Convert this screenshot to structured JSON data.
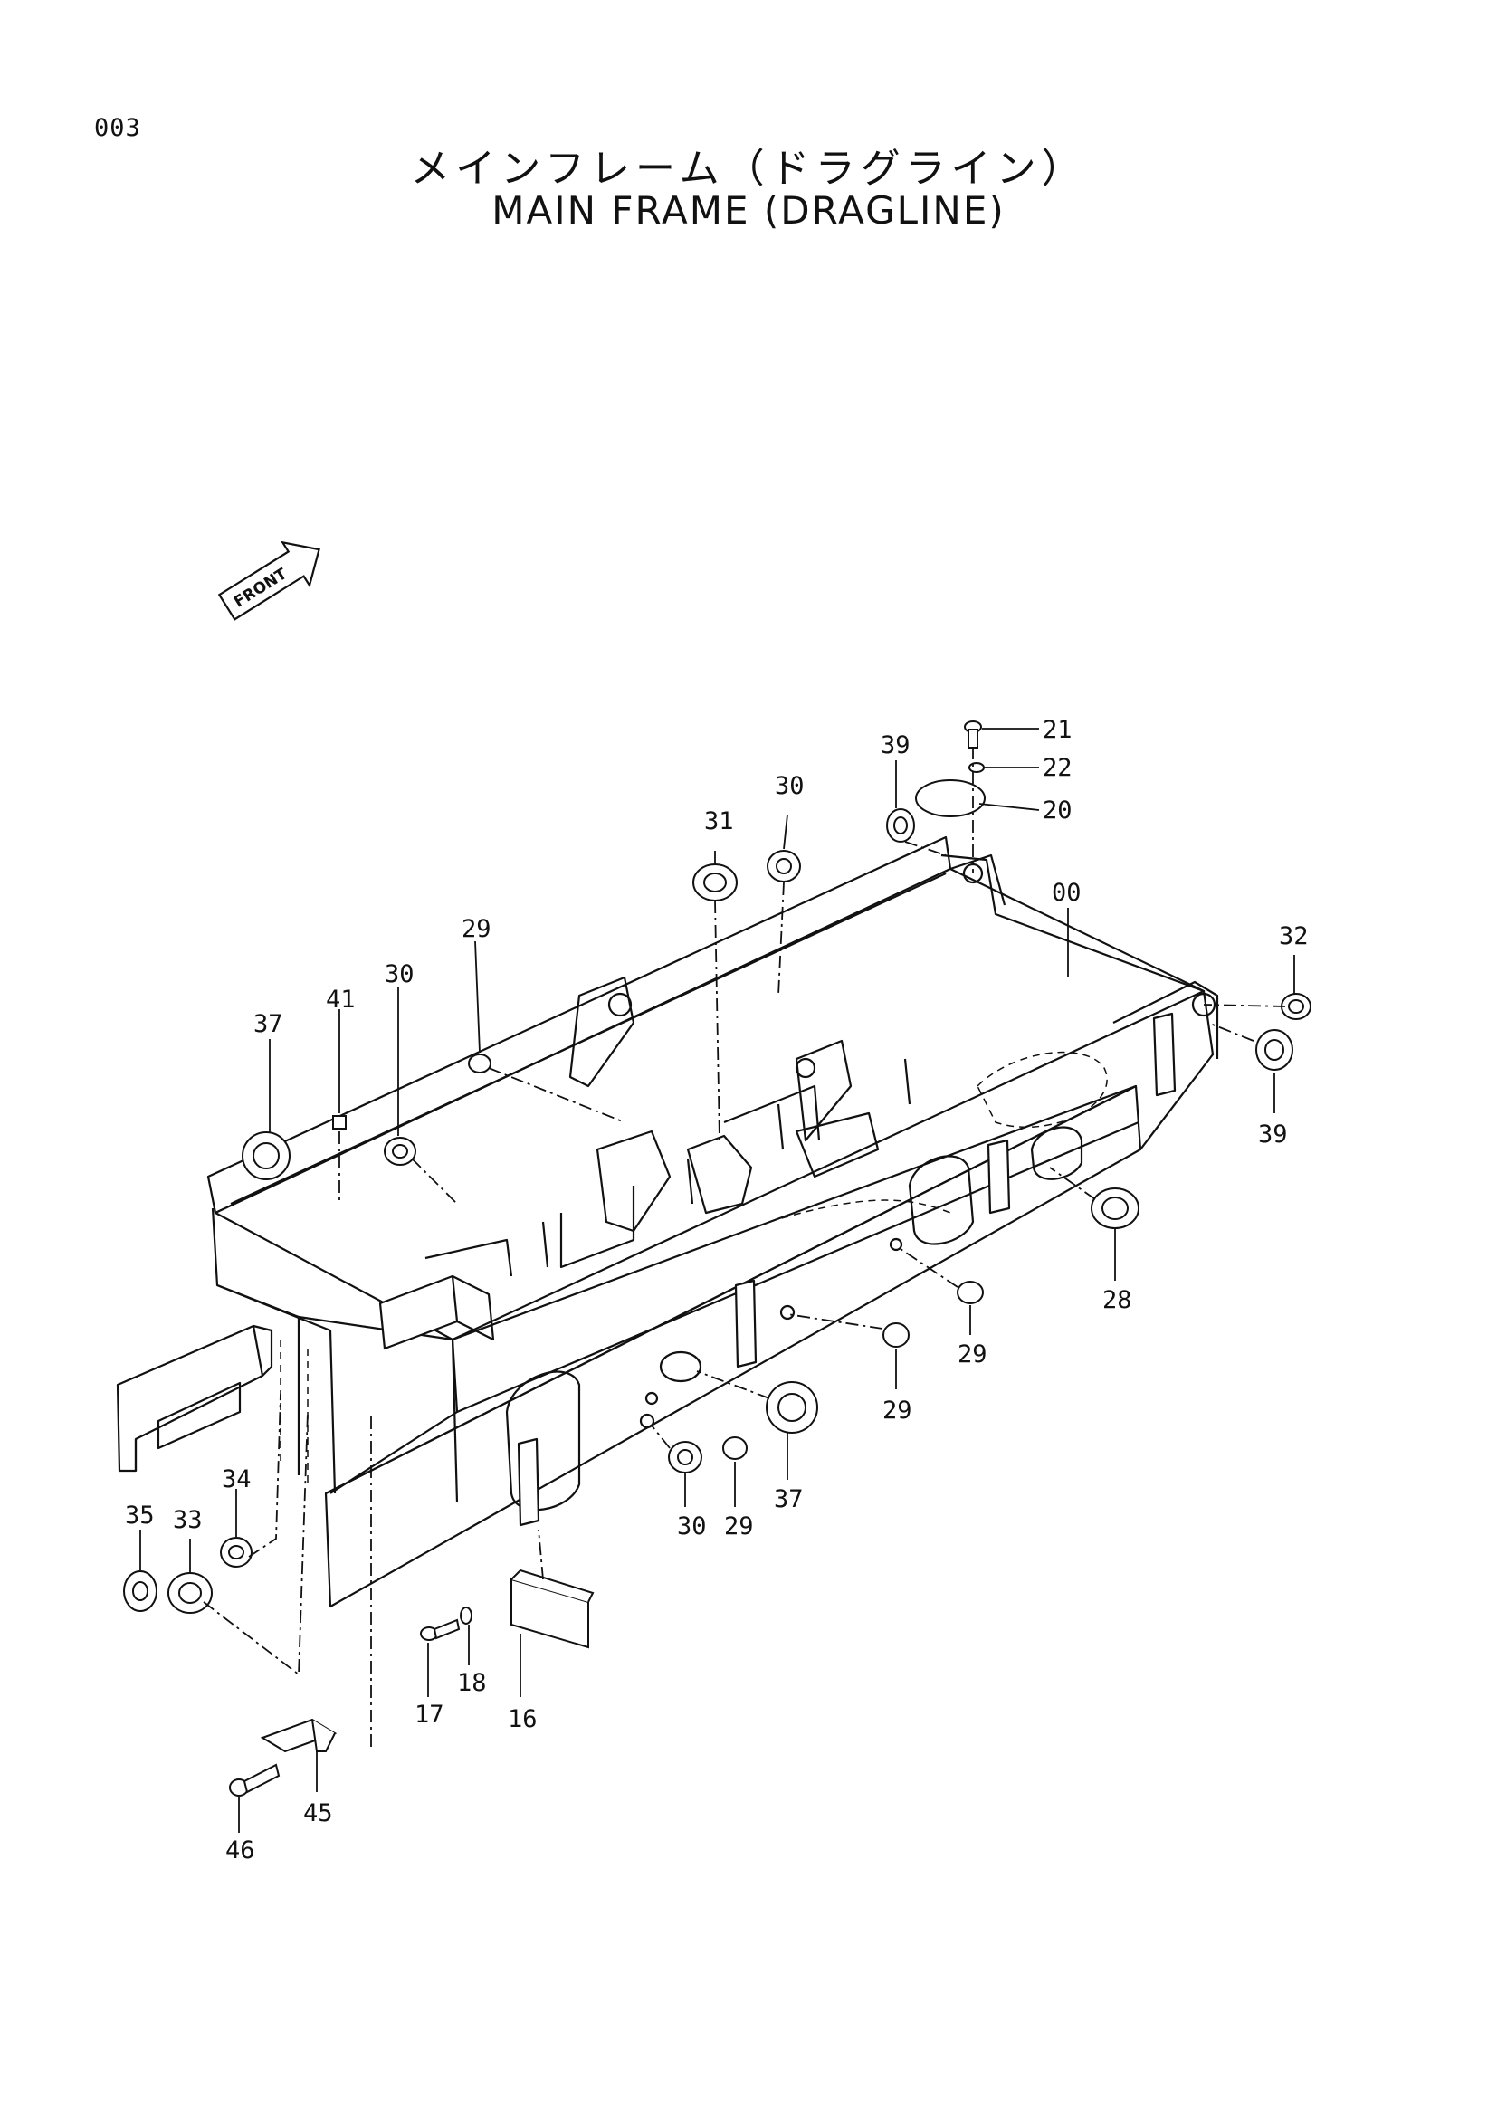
{
  "page": {
    "number": "003"
  },
  "title": {
    "japanese": "メインフレーム（ドラグライン）",
    "english": "MAIN FRAME (DRAGLINE)"
  },
  "direction_indicator": {
    "label": "FRONT",
    "icon": "arrow-icon"
  },
  "diagram": {
    "subject": "main-frame-exploded-view",
    "callouts": [
      {
        "id": "c21a",
        "label": "21"
      },
      {
        "id": "c22",
        "label": "22"
      },
      {
        "id": "c20",
        "label": "20"
      },
      {
        "id": "c39a",
        "label": "39"
      },
      {
        "id": "c30a",
        "label": "30"
      },
      {
        "id": "c31",
        "label": "31"
      },
      {
        "id": "c00",
        "label": "00"
      },
      {
        "id": "c32",
        "label": "32"
      },
      {
        "id": "c39b",
        "label": "39"
      },
      {
        "id": "c29a",
        "label": "29"
      },
      {
        "id": "c30b",
        "label": "30"
      },
      {
        "id": "c41",
        "label": "41"
      },
      {
        "id": "c37a",
        "label": "37"
      },
      {
        "id": "c28",
        "label": "28"
      },
      {
        "id": "c29b",
        "label": "29"
      },
      {
        "id": "c29c",
        "label": "29"
      },
      {
        "id": "c37b",
        "label": "37"
      },
      {
        "id": "c30c",
        "label": "30"
      },
      {
        "id": "c29d",
        "label": "29"
      },
      {
        "id": "c34",
        "label": "34"
      },
      {
        "id": "c35",
        "label": "35"
      },
      {
        "id": "c33",
        "label": "33"
      },
      {
        "id": "c17",
        "label": "17"
      },
      {
        "id": "c18",
        "label": "18"
      },
      {
        "id": "c16",
        "label": "16"
      },
      {
        "id": "c45",
        "label": "45"
      },
      {
        "id": "c46",
        "label": "46"
      }
    ]
  }
}
